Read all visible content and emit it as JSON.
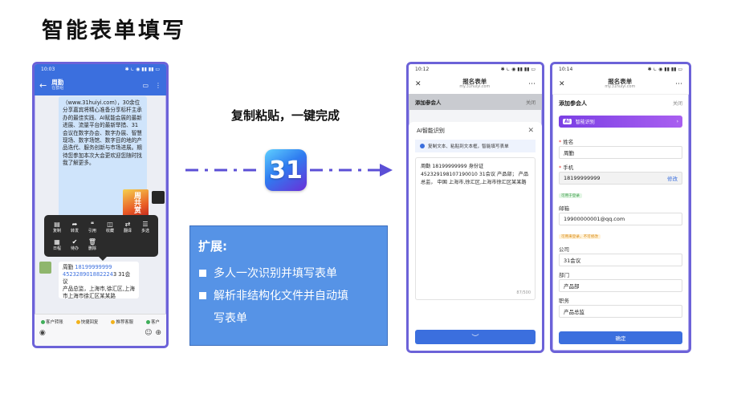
{
  "slide": {
    "title": "智能表单填写"
  },
  "middle": {
    "caption": "复制粘贴，一键完成",
    "logo_text": "31"
  },
  "extension": {
    "title": "扩展:",
    "items": [
      "多人一次识别并填写表单",
      "解析非结构化文件并自动填",
      "写表单"
    ]
  },
  "chat_phone": {
    "status_time": "10:03",
    "status_icons": "✱ ⏾ ◉ ▮▮ ▮▮ ▭",
    "header_name": "周勤",
    "header_sub": "在群组",
    "long_message": "（www.31huiyi.com），30余位分享嘉宾将精心准备分享标杆主承办的最佳实践、AI赋能会展的最新进展、流量平台的最新举措、31会议在数字办会、数字办展、智慧现场、数字场馆、数字目的地的产品迭代、服务创新与市场进展。期待您参加本次大会更欢迎您随时找我了解更多。",
    "poster_text": "周共赏",
    "menu": [
      {
        "icon": "▤",
        "label": "复制"
      },
      {
        "icon": "➦",
        "label": "转发"
      },
      {
        "icon": "❝",
        "label": "引用"
      },
      {
        "icon": "◫",
        "label": "收藏"
      },
      {
        "icon": "⇄",
        "label": "翻译"
      },
      {
        "icon": "☰",
        "label": "多选"
      },
      {
        "icon": "▦",
        "label": "日程"
      },
      {
        "icon": "✔",
        "label": "待办"
      },
      {
        "icon": "🗑",
        "label": "删除"
      }
    ],
    "short_message_name": "周勤",
    "short_message_phone": "18199999999",
    "short_message_rest": "452328901882224",
    "short_message_line2": "3 31会议",
    "short_message_line3": "产品总监，上海市,徐汇区,上海市上海市徐汇区某某路",
    "quick_actions": [
      {
        "label": "客户转账",
        "color": "#3fae5a"
      },
      {
        "label": "快捷回复",
        "color": "#f2b21c"
      },
      {
        "label": "推荐客服",
        "color": "#f2b21c"
      },
      {
        "label": "客户",
        "color": "#3fae5a"
      }
    ]
  },
  "ai_phone": {
    "status_time": "10:12",
    "status_icons": "✱ ⏾ ◉ ▮▮ ▮▮ ▭",
    "header_title": "报名表单",
    "header_url": "my.31huiyi.com",
    "section_title": "添加参会人",
    "section_close": "关闭",
    "sheet_title": "AI智能识别",
    "sheet_tip": "复制文本、粘贴到文本框，智能填写表单",
    "pasted_text": "周勤  18199999999  身份证 452329198107190010  31会议  产品部；  产品总监，  中国       上海市,徐汇区,上海市徐汇区某某路",
    "char_count": "87/500",
    "confirm_icon": "︶"
  },
  "form_phone": {
    "status_time": "10:14",
    "status_icons": "✱ ⏾ ◉ ▮▮ ▮▮ ▭",
    "header_title": "报名表单",
    "header_url": "my.31huiyi.com",
    "section_title": "添加参会人",
    "section_close": "关闭",
    "ai_bar_badge": "Ai",
    "ai_bar_label": "智能识别",
    "fields": {
      "name_label": "姓名",
      "name_value": "周勤",
      "phone_label": "手机",
      "phone_value": "18199999999",
      "phone_edit": "修改",
      "phone_tag": "可用于登录",
      "email_label": "邮箱",
      "email_value": "19900000001@qq.com",
      "email_tag": "可用来登录，不可修改",
      "company_label": "公司",
      "company_value": "31会议",
      "dept_label": "部门",
      "dept_value": "产品部",
      "title_label": "职务",
      "title_value": "产品总监"
    },
    "confirm_label": "确定"
  },
  "colors": {
    "frame": "#6c62d8",
    "accent_blue": "#3b6fde",
    "extension_box": "#5693e6",
    "arrow": "#5b4fd6"
  }
}
